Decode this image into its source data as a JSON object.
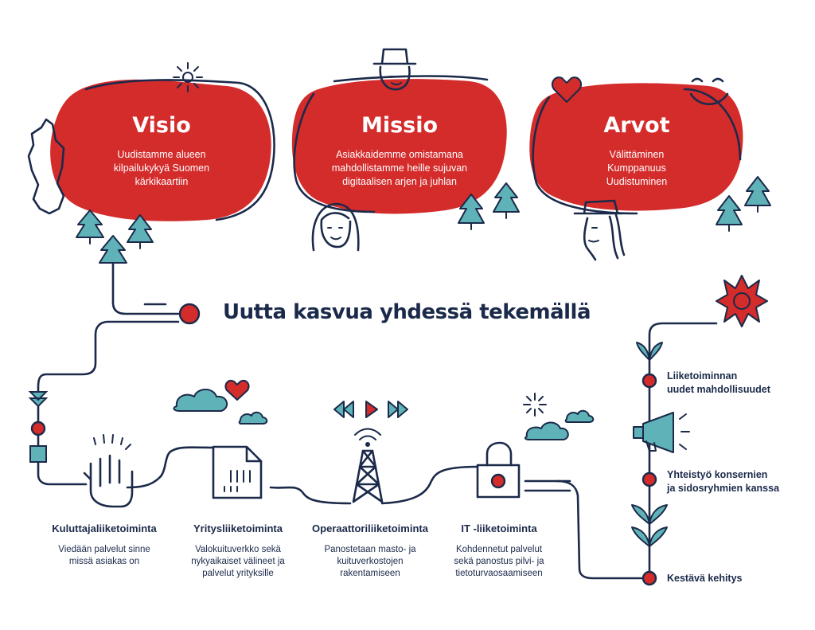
{
  "headline": "Uutta kasvua yhdessä tekemällä",
  "blobs": [
    {
      "title": "Visio",
      "lines": [
        "Uudistamme alueen",
        "kilpailukykyä Suomen",
        "kärkikaartiin"
      ]
    },
    {
      "title": "Missio",
      "lines": [
        "Asiakkaidemme omistamana",
        "mahdollistamme heille sujuvan",
        "digitaalisen arjen ja juhlan"
      ]
    },
    {
      "title": "Arvot",
      "lines": [
        "Välittäminen",
        "Kumppanuus",
        "Uudistuminen"
      ]
    }
  ],
  "businesses": [
    {
      "title": "Kuluttajaliiketoiminta",
      "lines": [
        "Viedään palvelut sinne",
        "missä asiakas on"
      ]
    },
    {
      "title": "Yritysliiketoiminta",
      "lines": [
        "Valokuituverkko sekä",
        "nykyaikaiset välineet ja",
        "palvelut yrityksille"
      ]
    },
    {
      "title": "Operaattoriliiketoiminta",
      "lines": [
        "Panostetaan masto- ja",
        "kuituverkostojen",
        "rakentamiseen"
      ]
    },
    {
      "title": "IT -liiketoiminta",
      "lines": [
        "Kohdennetut palvelut",
        "sekä panostus pilvi- ja",
        "tietoturvaosaamiseen"
      ]
    }
  ],
  "growth": [
    {
      "lines": [
        "Liiketoiminnan",
        "uudet mahdollisuudet"
      ]
    },
    {
      "lines": [
        "Yhteistyö konsernien",
        "ja sidosryhmien kanssa"
      ]
    },
    {
      "lines": [
        "Kestävä kehitys"
      ]
    }
  ],
  "colors": {
    "red": "#d42b2b",
    "navy": "#1b2a4a",
    "teal": "#5fb3b8"
  },
  "icons": [
    "sun-icon",
    "hat-face-icon",
    "heart-icon",
    "smile-icon",
    "finland-map-icon",
    "woman-face-icon",
    "man-face-icon",
    "tree-icon",
    "cloud-icon",
    "hand-touch-icon",
    "document-icon",
    "radio-tower-icon",
    "media-controls-icon",
    "lock-icon",
    "megaphone-icon",
    "flower-icon",
    "sprout-icon"
  ]
}
